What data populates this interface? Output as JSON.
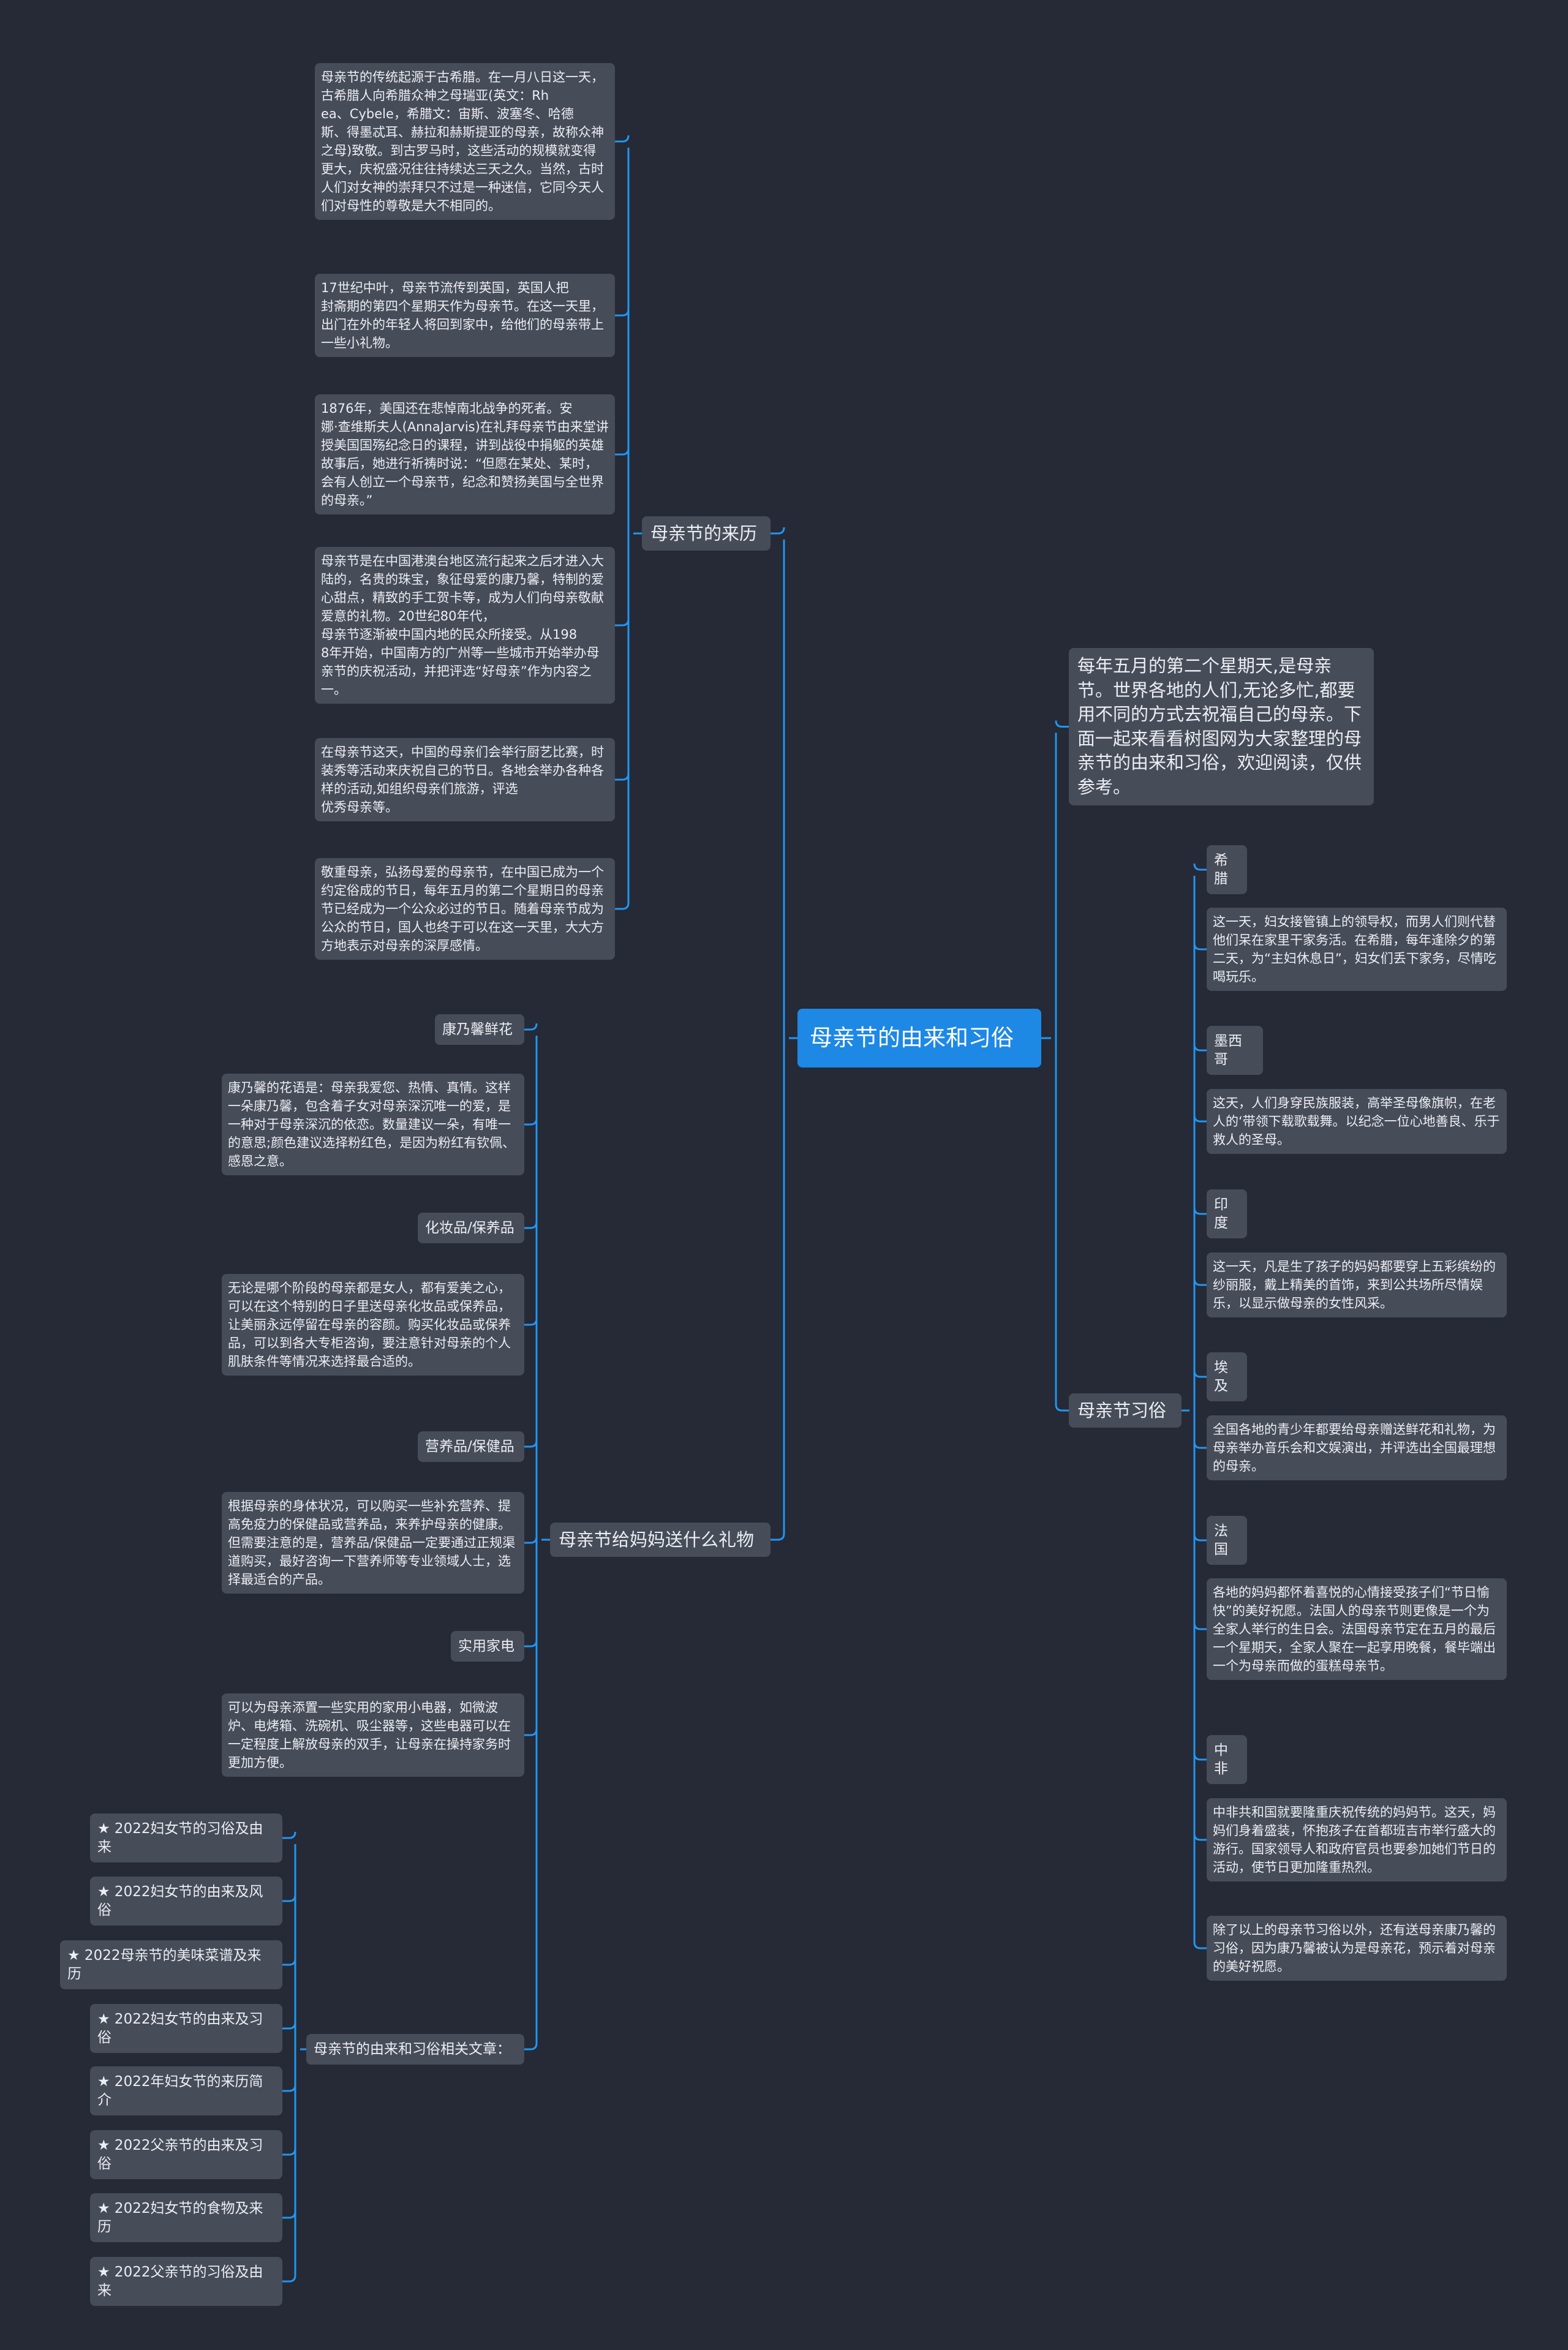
{
  "colors": {
    "background": "#252a36",
    "node": "#474c59",
    "root": "#1e88e5",
    "link": "#2196f3",
    "text": "#eceef3"
  },
  "root": {
    "label": "母亲节的由来和习俗"
  },
  "left": {
    "origin": {
      "label": "母亲节的来历",
      "items": [
        "母亲节的传统起源于古希腊。在一月八日这一天，古希腊人向希腊众神之母瑞亚(英文：Rh\nea、Cybele，希腊文：宙斯、波塞冬、哈德\n斯、得墨忒耳、赫拉和赫斯提亚的母亲，故称众神之母)致敬。到古罗马时，这些活动的规模就变得更大，庆祝盛况往往持续达三天之久。当然，古时人们对女神的崇拜只不过是一种迷信，它同今天人们对母性的尊敬是大不相同的。",
        "17世纪中叶，母亲节流传到英国，英国人把\n封斋期的第四个星期天作为母亲节。在这一天里，出门在外的年轻人将回到家中，给他们的母亲带上一些小礼物。",
        "1876年，美国还在悲悼南北战争的死者。安\n娜·查维斯夫人(AnnaJarvis)在礼拜母亲节由来堂讲授美国国殇纪念日的课程，讲到战役中捐躯的英雄故事后，她进行祈祷时说：“但愿在某处、某时，会有人创立一个母亲节，纪念和赞扬美国与全世界的母亲。”",
        "母亲节是在中国港澳台地区流行起来之后才进入大陆的，名贵的珠宝，象征母爱的康乃馨，特制的爱心甜点，精致的手工贺卡等，成为人们向母亲敬献爱意的礼物。20世纪80年代，\n母亲节逐渐被中国内地的民众所接受。从198\n8年开始，中国南方的广州等一些城市开始举办母亲节的庆祝活动，并把评选“好母亲”作为内容之一。",
        "在母亲节这天，中国的母亲们会举行厨艺比赛，时装秀等活动来庆祝自己的节日。各地会举办各种各样的活动,如组织母亲们旅游，评选\n优秀母亲等。",
        "敬重母亲，弘扬母爱的母亲节，在中国已成为一个约定俗成的节日，每年五月的第二个星期日的母亲节已经成为一个公众必过的节日。随着母亲节成为公众的节日，国人也终于可以在这一天里，大大方方地表示对母亲的深厚感情。"
      ]
    },
    "gifts": {
      "label": "母亲节给妈妈送什么礼物",
      "groups": [
        {
          "title": "康乃馨鲜花",
          "text": "康乃馨的花语是：母亲我爱您、热情、真情。这样一朵康乃馨，包含着子女对母亲深沉唯一的爱，是一种对于母亲深沉的依恋。数量建议一朵，有唯一的意思;颜色建议选择粉红色，是因为粉红有钦佩、感恩之意。"
        },
        {
          "title": "化妆品/保养品",
          "text": "无论是哪个阶段的母亲都是女人，都有爱美之心，可以在这个特别的日子里送母亲化妆品或保养品，让美丽永远停留在母亲的容颜。购买化妆品或保养品，可以到各大专柜咨询，要注意针对母亲的个人肌肤条件等情况来选择最合适的。"
        },
        {
          "title": "营养品/保健品",
          "text": "根据母亲的身体状况，可以购买一些补充营养、提高免疫力的保健品或营养品，来养护母亲的健康。但需要注意的是，营养品/保健品一定要通过正规渠道购买，最好咨询一下营养师等专业领域人士，选择最适合的产品。"
        },
        {
          "title": "实用家电",
          "text": "可以为母亲添置一些实用的家用小电器，如微波炉、电烤箱、洗碗机、吸尘器等，这些电器可以在一定程度上解放母亲的双手，让母亲在操持家务时更加方便。"
        }
      ]
    },
    "related": {
      "label": "母亲节的由来和习俗相关文章：",
      "items": [
        "★ 2022妇女节的习俗及由来",
        "★ 2022妇女节的由来及风俗",
        "★ 2022母亲节的美味菜谱及来历",
        "★ 2022妇女节的由来及习俗",
        "★ 2022年妇女节的来历简介",
        "★ 2022父亲节的由来及习俗",
        "★ 2022妇女节的食物及来历",
        "★ 2022父亲节的习俗及由来"
      ]
    }
  },
  "right": {
    "intro": "每年五月的第二个星期天,是母亲节。世界各地的人们,无论多忙,都要用不同的方式去祝福自己的母亲。下面一起来看看树图网为大家整理的母亲节的由来和习俗，欢迎阅读，仅供参考。",
    "customs": {
      "label": "母亲节习俗",
      "countries": [
        {
          "name": "希腊",
          "text": "这一天，妇女接管镇上的领导权，而男人们则代替他们呆在家里干家务活。在希腊，每年逢除夕的第二天，为“主妇休息日”，妇女们丢下家务，尽情吃喝玩乐。"
        },
        {
          "name": "墨西哥",
          "text": "这天，人们身穿民族服装，高举圣母像旗帜，在老人的‘带领下载歌载舞。以纪念一位心地善良、乐于救人的圣母。"
        },
        {
          "name": "印度",
          "text": "这一天，凡是生了孩子的妈妈都要穿上五彩缤纷的纱丽服，戴上精美的首饰，来到公共场所尽情娱乐，以显示做母亲的女性风采。"
        },
        {
          "name": "埃及",
          "text": "全国各地的青少年都要给母亲赠送鲜花和礼物，为母亲举办音乐会和文娱演出，并评选出全国最理想的母亲。"
        },
        {
          "name": "法国",
          "text": "各地的妈妈都怀着喜悦的心情接受孩子们“节日愉快”的美好祝愿。法国人的母亲节则更像是一个为全家人举行的生日会。法国母亲节定在五月的最后一个星期天，全家人聚在一起享用晚餐，餐毕端出一个为母亲而做的蛋糕母亲节。"
        },
        {
          "name": "中非",
          "text": "中非共和国就要隆重庆祝传统的妈妈节。这天，妈妈们身着盛装，怀抱孩子在首都班吉市举行盛大的游行。国家领导人和政府官员也要参加她们节日的活动，使节日更加隆重热烈。"
        }
      ],
      "extra": "除了以上的母亲节习俗以外，还有送母亲康乃馨的习俗，因为康乃馨被认为是母亲花，预示着对母亲的美好祝愿。"
    }
  }
}
